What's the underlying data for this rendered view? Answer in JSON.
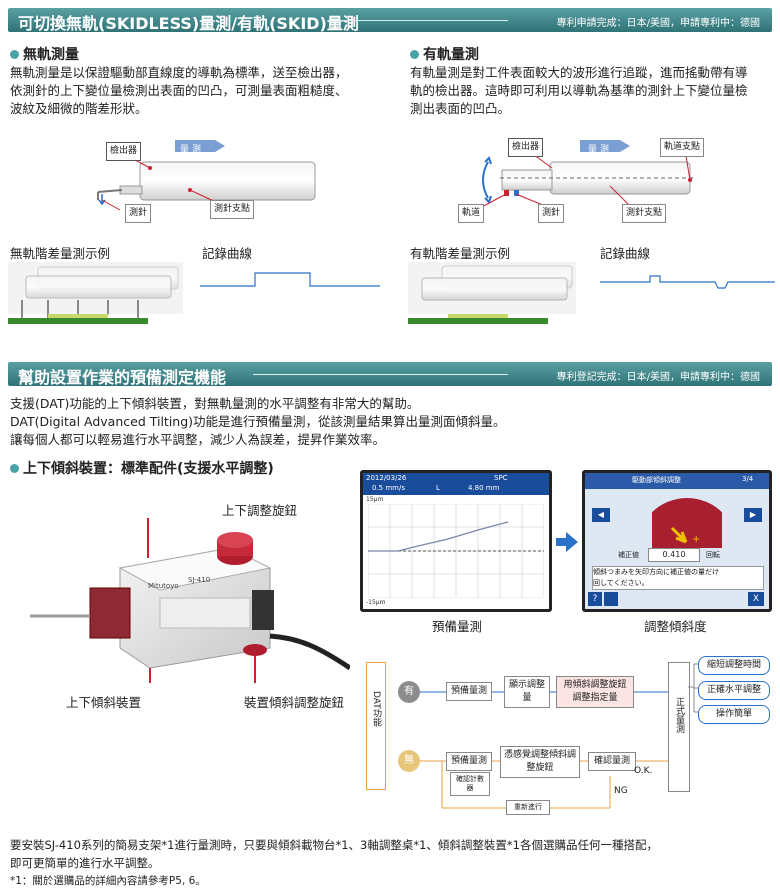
{
  "section1": {
    "title": "可切換無軌(SKIDLESS)量測/有軌(SKID)量測",
    "note": "專利申請完成：日本/美國，申請專利中：德國",
    "skidless": {
      "heading": "無軌測量",
      "body": [
        "無軌測量是以保證驅動部直線度的導軌為標準，送至檢出器，",
        "依測針的上下變位量檢測出表面的凹凸，可測量表面粗糙度、",
        "波紋及細微的階差形狀。"
      ],
      "diagram": {
        "detector": "檢出器",
        "measure": "量 測",
        "stylus": "測針",
        "fulcrum": "測針支點"
      },
      "example_label": "無軌階差量測示例",
      "curve_label": "記錄曲線"
    },
    "skid": {
      "heading": "有軌量測",
      "body": [
        "有軌量測是對工件表面較大的波形進行追蹤，進而搖動帶有導",
        "軌的檢出器。這時即可利用以導軌為基準的測針上下變位量檢",
        "測出表面的凹凸。"
      ],
      "diagram": {
        "detector": "檢出器",
        "measure": "量 測",
        "skid_fulcrum": "軌道支點",
        "skid": "軌道",
        "stylus": "測針",
        "fulcrum": "測針支點"
      },
      "example_label": "有軌階差量測示例",
      "curve_label": "記錄曲線"
    }
  },
  "section2": {
    "title": "幫助設置作業的預備測定機能",
    "note": "專利登記完成：日本/美國，申請專利中：德國",
    "body": [
      "支援(DAT)功能的上下傾斜裝置，對無軌量測的水平調整有非常大的幫助。",
      "DAT(Digital Advanced Tilting)功能是進行預備量測，從該測量結果算出量測面傾斜量。",
      "讓每個人都可以輕易進行水平調整，減少人為誤差，提昇作業效率。"
    ],
    "heading": "上下傾斜裝置：標準配件(支援水平調整)",
    "device": {
      "knob_label": "上下調整旋鈕",
      "tilt_label": "上下傾斜裝置",
      "tilt_knob_label": "裝置傾斜調整旋鈕",
      "brand": "Mitutoyo",
      "model": "SJ-410"
    },
    "screen1": {
      "date": "2012/03/26",
      "spc": "SPC",
      "speed": "0.5 mm/s",
      "l": "L",
      "length": "4.80 mm",
      "ytop": "15μm",
      "ybottom": "-15μm",
      "caption": "預備量測"
    },
    "screen2": {
      "title": "駆動部傾斜調整",
      "page": "3/4",
      "correction_label": "補正値",
      "correction_value": "0.410",
      "rotation": "回転",
      "message": [
        "傾斜つまみを矢印方向に補正値の量だけ",
        "回してください。"
      ],
      "help": "?",
      "close": "X",
      "caption": "調整傾斜度"
    },
    "flow": {
      "dat": "DAT功能",
      "yes": "有",
      "no": "無",
      "yes_steps": [
        "預備量測",
        "顯示調整量",
        "用傾斜調整旋鈕調整指定量"
      ],
      "no_steps": [
        "預備量測",
        "憑感覺調整傾斜調整旋鈕",
        "確認量測"
      ],
      "count": "確認計數器",
      "retry": "重新進行",
      "ok": "O.K.",
      "ng": "NG",
      "formal": "正式量測",
      "benefits": [
        "縮短調整時間",
        "正確水平調整",
        "操作簡單"
      ]
    }
  },
  "footer": {
    "line1": "要安裝SJ-410系列的簡易支架*1進行量測時，只要與傾斜載物台*1、3軸調整桌*1、傾斜調整裝置*1各個選購品任何一種搭配，",
    "line2": "即可更簡單的進行水平調整。",
    "note": "*1：關於選購品的詳細內容請參考P5, 6。"
  }
}
